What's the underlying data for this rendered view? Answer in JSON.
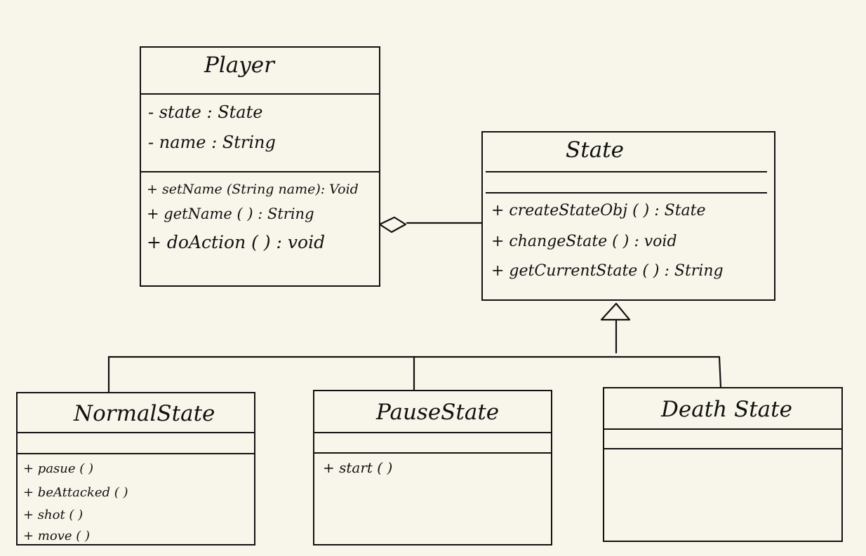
{
  "classes": {
    "player": {
      "name": "Player",
      "attributes": [
        "- state : State",
        "- name : String"
      ],
      "methods": [
        "+ setName (String name): Void",
        "+ getName ( ) : String",
        "+ doAction ( ) : void"
      ]
    },
    "state": {
      "name": "State",
      "attributes": [],
      "methods": [
        "+ createStateObj ( ) : State",
        "+ changeState ( ) : void",
        "+ getCurrentState ( ) : String"
      ]
    },
    "normal_state": {
      "name": "NormalState",
      "attributes": [],
      "methods": [
        "+ pasue ( )",
        "+ beAttacked ( )",
        "+ shot ( )",
        "+ move ( )"
      ]
    },
    "pause_state": {
      "name": "PauseState",
      "attributes": [],
      "methods": [
        "+ start ( )"
      ]
    },
    "death_state": {
      "name": "Death State",
      "attributes": [],
      "methods": []
    }
  },
  "relationships": [
    {
      "type": "aggregation",
      "from": "State",
      "to": "Player"
    },
    {
      "type": "generalization",
      "from": "NormalState",
      "to": "State"
    },
    {
      "type": "generalization",
      "from": "PauseState",
      "to": "State"
    },
    {
      "type": "generalization",
      "from": "Death State",
      "to": "State"
    }
  ],
  "colors": {
    "background": "#f8f6ea",
    "ink": "#111111"
  }
}
